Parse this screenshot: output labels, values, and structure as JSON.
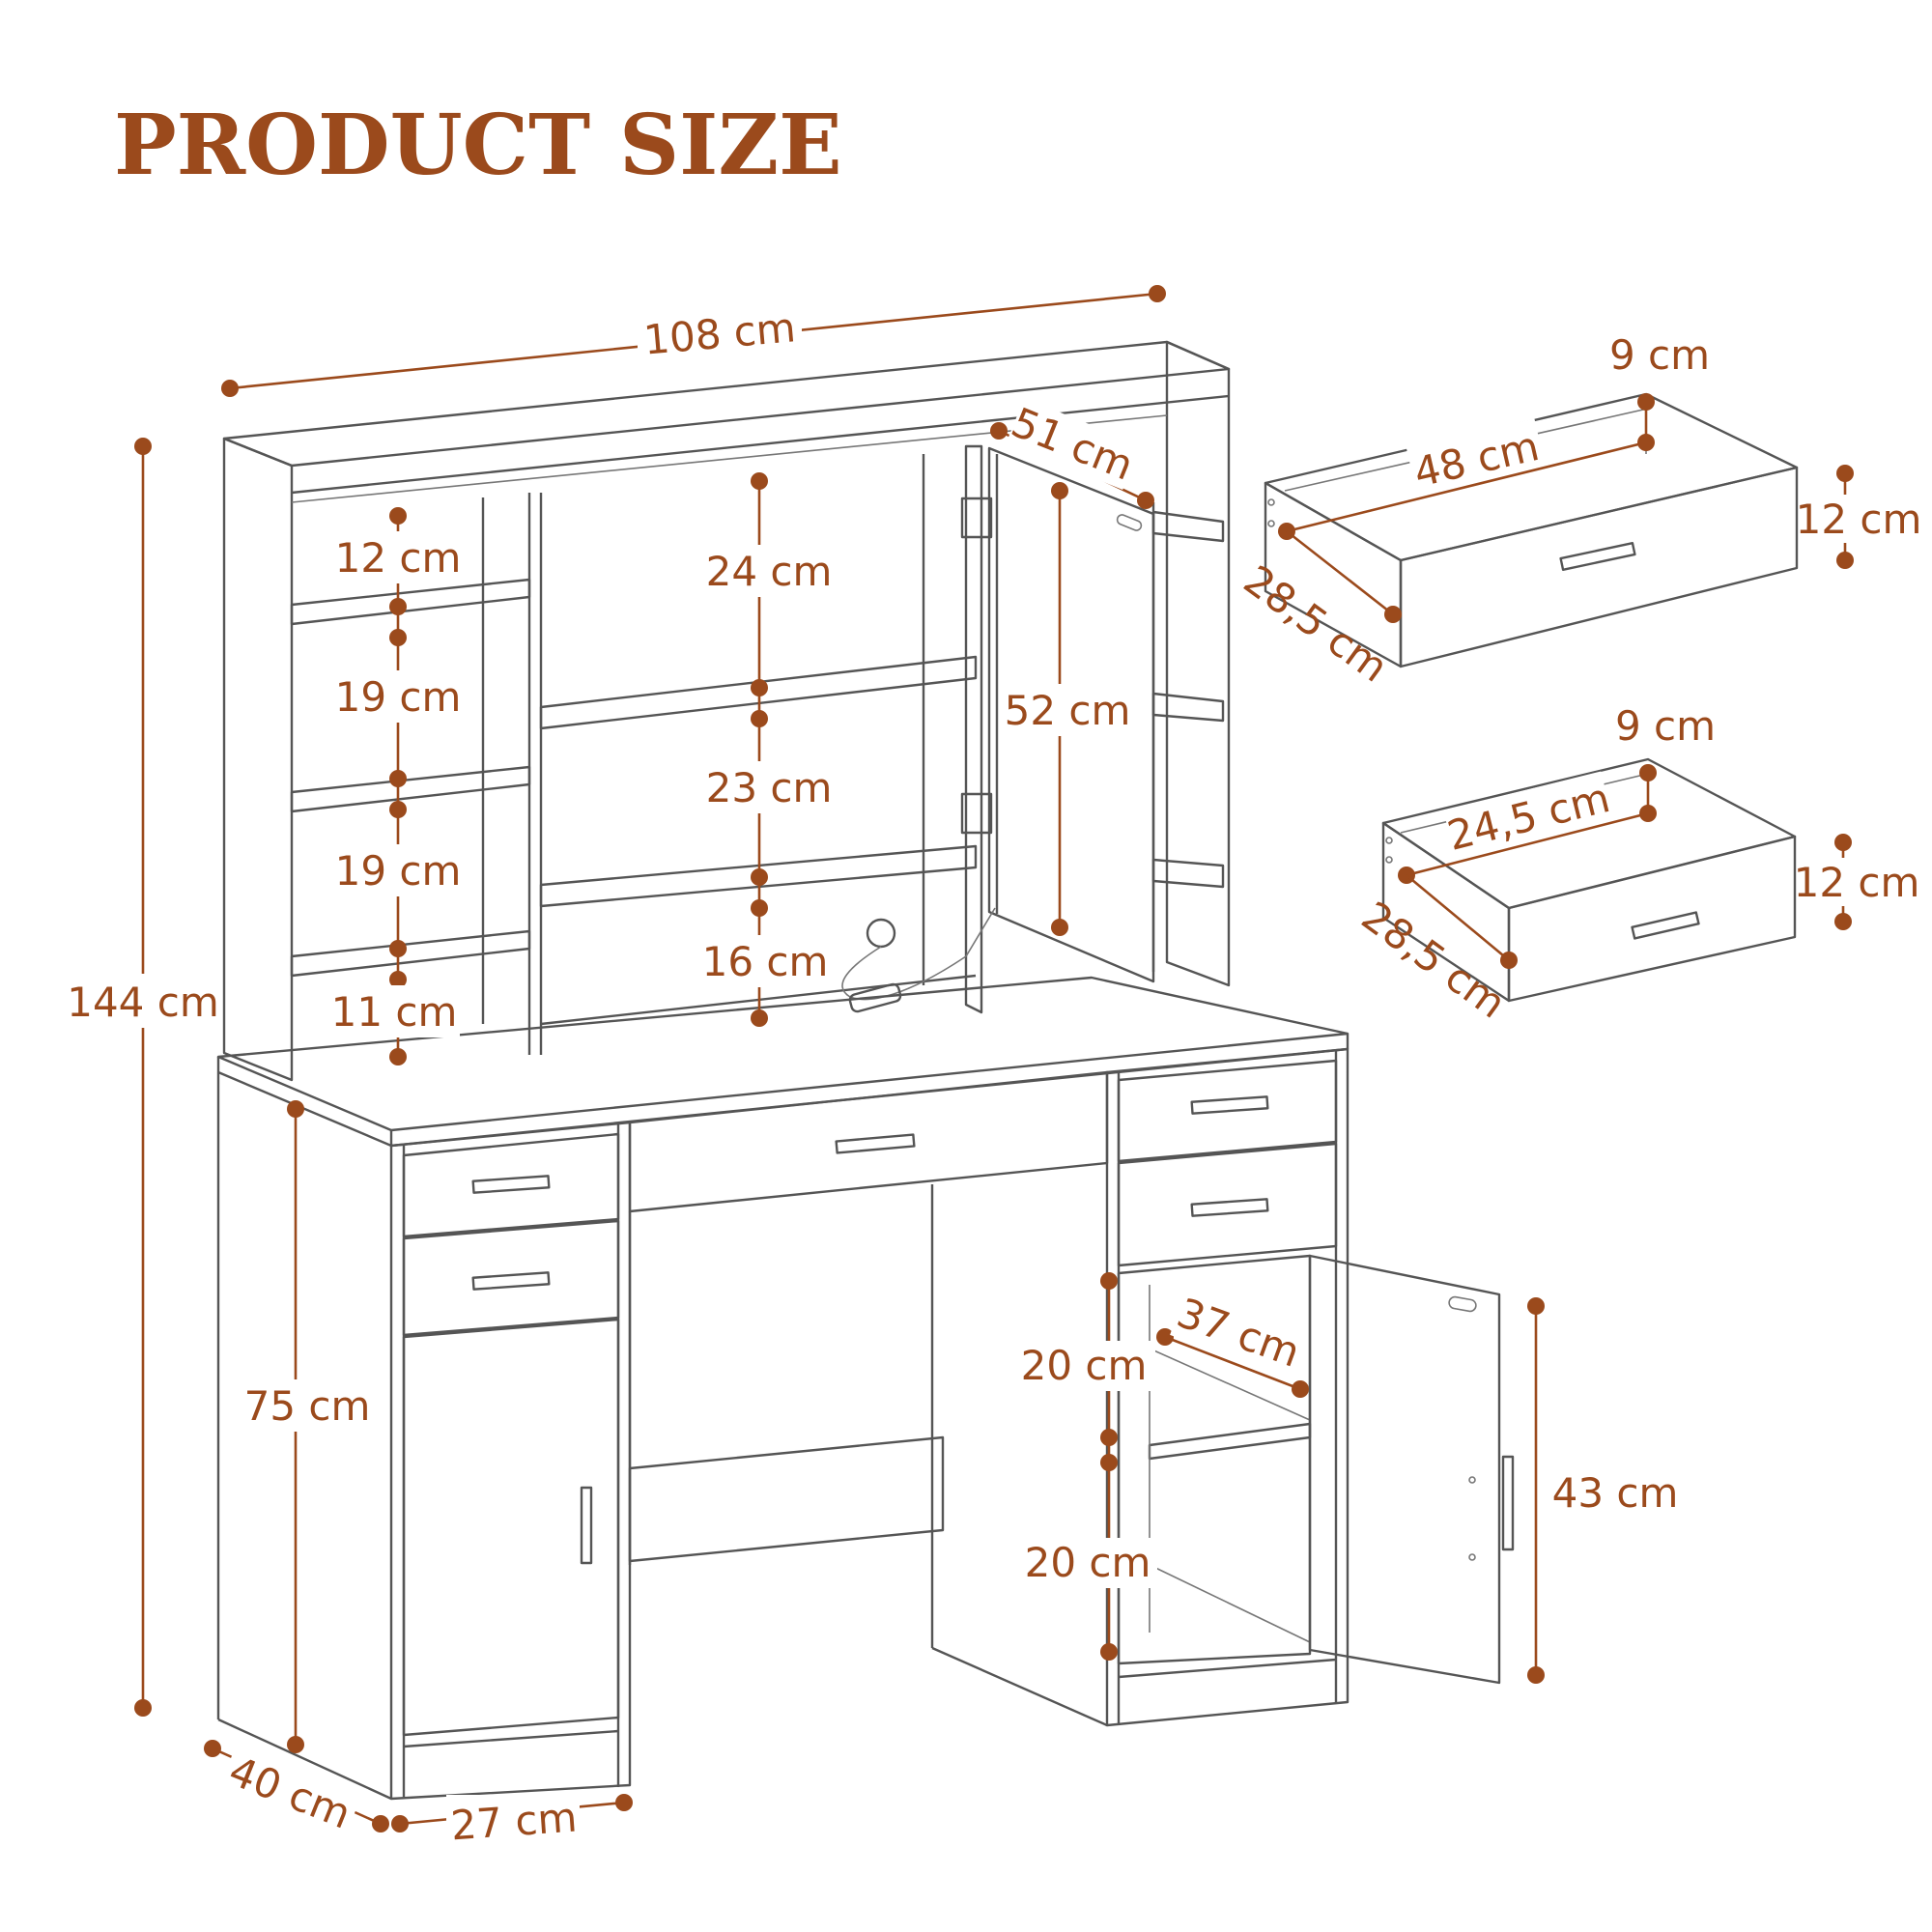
{
  "title": "PRODUCT SIZE",
  "colors": {
    "accent": "#9b4a1c",
    "line": "#555555",
    "background": "#ffffff"
  },
  "dimensions": {
    "total_width": "108 cm",
    "total_height": "144 cm",
    "mirror_depth": "51 cm",
    "mirror_height": "52 cm",
    "left_shelf_1": "12 cm",
    "left_shelf_2": "19 cm",
    "left_shelf_3": "19 cm",
    "left_shelf_4": "11 cm",
    "center_shelf_1": "24 cm",
    "center_shelf_2": "23 cm",
    "center_shelf_3": "16 cm",
    "desk_height": "75 cm",
    "desk_depth": "40 cm",
    "cabinet_width": "27 cm",
    "cabinet_inner_depth": "37 cm",
    "cabinet_shelf_1": "20 cm",
    "cabinet_shelf_2": "20 cm",
    "cabinet_height": "43 cm"
  },
  "drawer_large": {
    "length": "48 cm",
    "inner_height": "9 cm",
    "height": "12 cm",
    "depth": "28,5 cm"
  },
  "drawer_small": {
    "length": "24,5 cm",
    "inner_height": "9 cm",
    "height": "12 cm",
    "depth": "28,5 cm"
  }
}
